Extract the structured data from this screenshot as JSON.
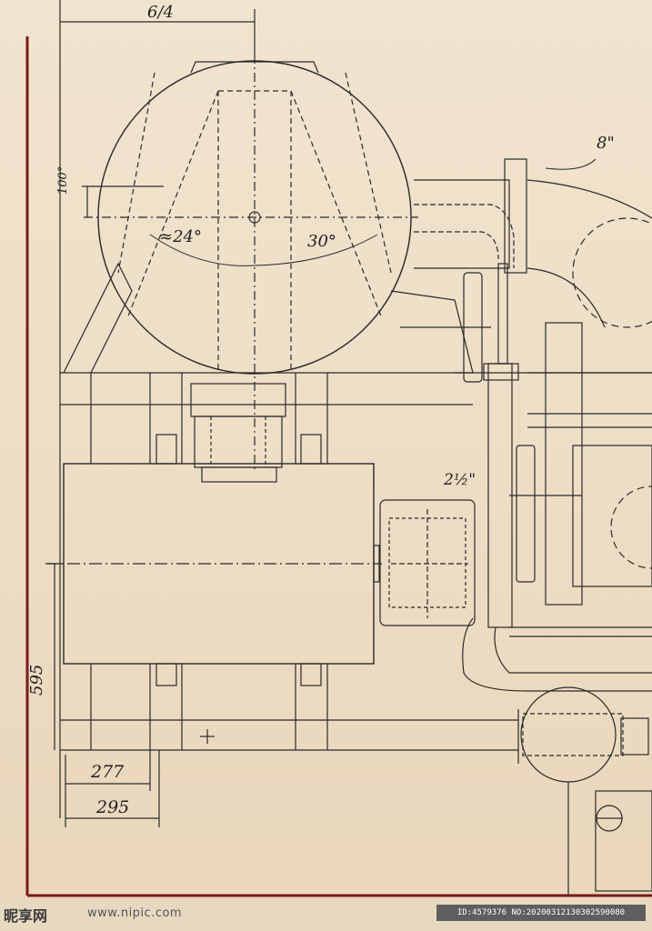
{
  "dimensions": {
    "top_width": "6/4",
    "offset_100": "100°",
    "angle_24": "≈24°",
    "angle_30": "30°",
    "pipe_8": "8\"",
    "pipe_2_5": "2½\"",
    "height_595": "595",
    "width_277": "277",
    "width_295": "295"
  },
  "watermark": {
    "logo_text": "昵享网",
    "site": "www.nipic.com",
    "id_text": "ID:4579376 NO:20200312130302590080"
  },
  "colors": {
    "paper": "#efe2cc",
    "ink": "#1f1f1f",
    "frame": "#8a1c1c"
  }
}
